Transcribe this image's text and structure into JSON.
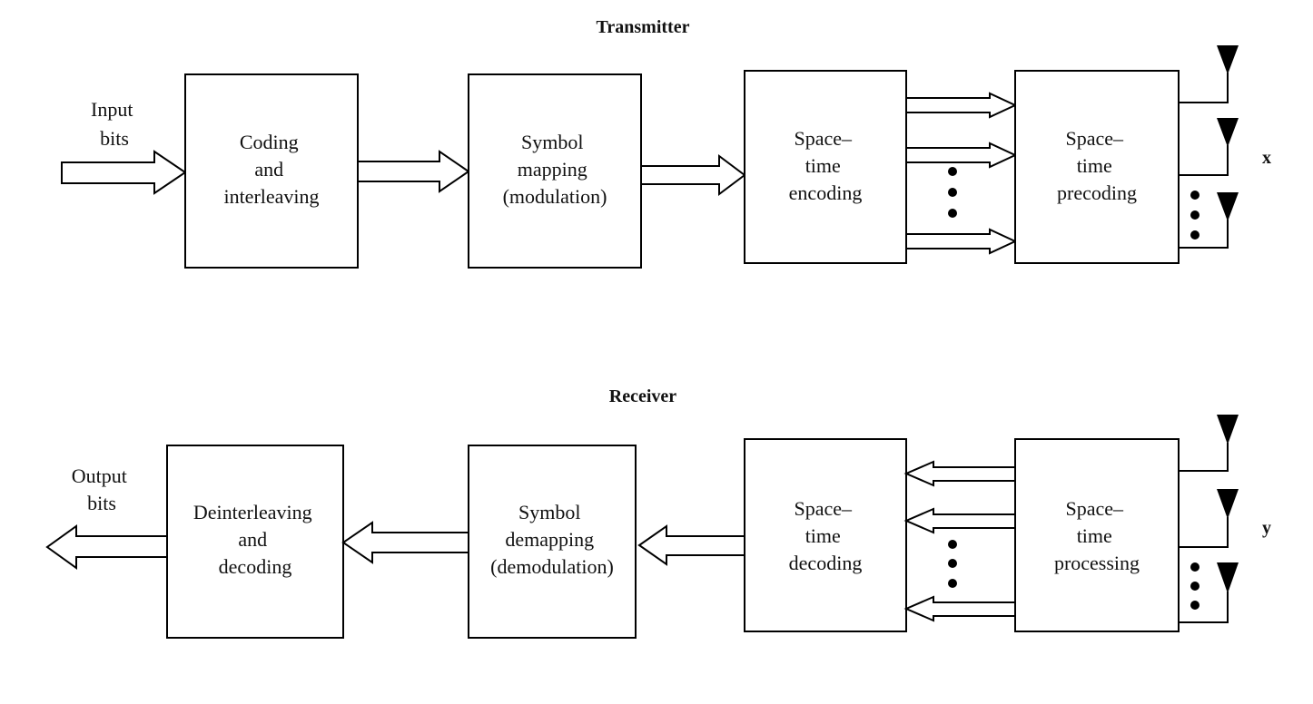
{
  "transmitter": {
    "title": "Transmitter",
    "input_label": [
      "Input",
      "bits"
    ],
    "blocks": [
      [
        "Coding",
        "and",
        "interleaving"
      ],
      [
        "Symbol",
        "mapping",
        "(modulation)"
      ],
      [
        "Space–",
        "time",
        "encoding"
      ],
      [
        "Space–",
        "time",
        "precoding"
      ]
    ],
    "signal_label": "x"
  },
  "receiver": {
    "title": "Receiver",
    "output_label": [
      "Output",
      "bits"
    ],
    "blocks": [
      [
        "Deinterleaving",
        "and",
        "decoding"
      ],
      [
        "Symbol",
        "demapping",
        "(demodulation)"
      ],
      [
        "Space–",
        "time",
        "decoding"
      ],
      [
        "Space–",
        "time",
        "processing"
      ]
    ],
    "signal_label": "y"
  }
}
